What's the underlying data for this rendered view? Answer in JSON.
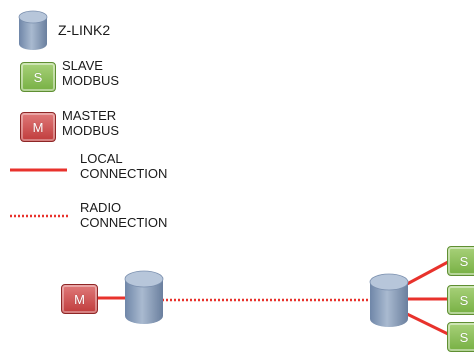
{
  "legend": {
    "zlink_label": "Z-LINK2",
    "slave_badge": "S",
    "slave_label": "SLAVE\nMODBUS",
    "master_badge": "M",
    "master_label": "MASTER\nMODBUS",
    "local_label": "LOCAL\nCONNECTION",
    "radio_label": "RADIO\nCONNECTION"
  },
  "diagram": {
    "master_badge": "M",
    "slave_badges": [
      "S",
      "S",
      "S"
    ]
  },
  "colors": {
    "connection": "#e8322c",
    "cylinder": "#8fa3bf",
    "slave": "#86bb54",
    "master": "#cc4444"
  },
  "icons": [
    "cylinder-icon"
  ]
}
